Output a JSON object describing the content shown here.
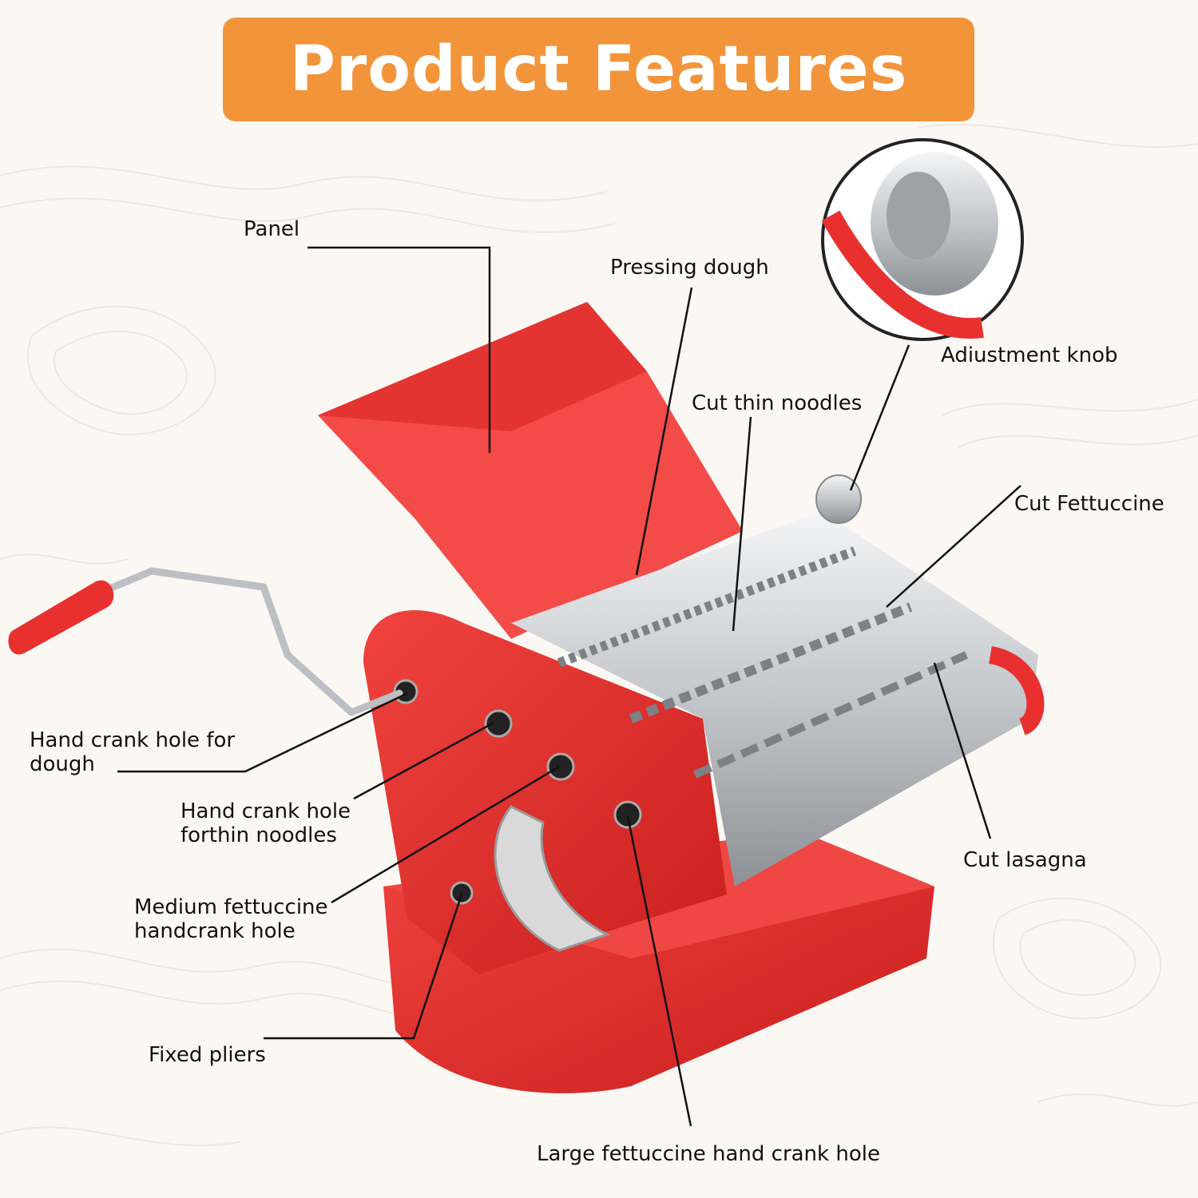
{
  "header": {
    "title": "Product Features"
  },
  "labels": {
    "panel": "Panel",
    "pressing_dough": "Pressing dough",
    "adjustment_knob": "Adiustment knob",
    "cut_thin_noodles": "Cut thin noodles",
    "cut_fettuccine": "Cut Fettuccine",
    "hand_crank_dough_line1": "Hand crank hole for",
    "hand_crank_dough_line2": "dough",
    "hand_crank_thin_line1": "Hand crank hole",
    "hand_crank_thin_line2": "forthin noodles",
    "medium_line1": "Medium fettuccine",
    "medium_line2": "handcrank hole",
    "cut_lasagna": "Cut lasagna",
    "fixed_pliers": "Fixed pliers",
    "large_hole": "Large fettuccine hand crank hole"
  },
  "colors": {
    "banner": "#f2953a",
    "machine_red": "#e8312f",
    "steel": "#c9ccd0"
  },
  "icons": {
    "background": "topographic-line-pattern",
    "product": "pasta-machine-illustration",
    "zoom_inset": "adjustment-knob-closeup"
  }
}
